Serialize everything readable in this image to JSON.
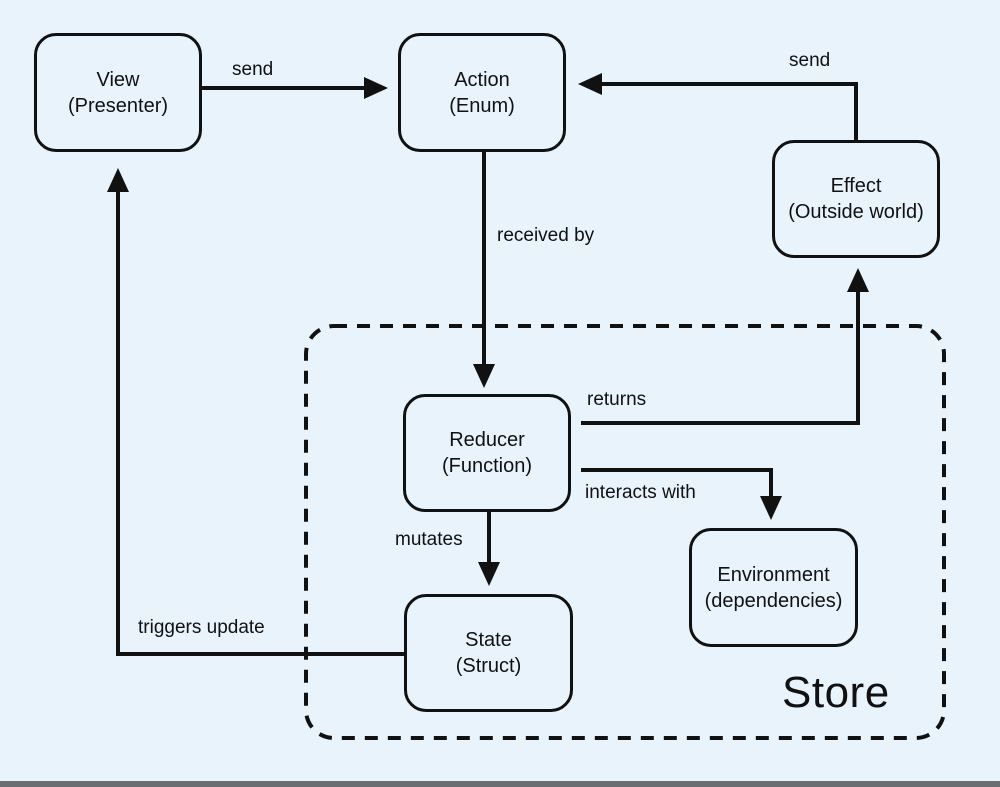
{
  "diagram": {
    "nodes": {
      "view": {
        "title": "View",
        "subtitle": "(Presenter)"
      },
      "action": {
        "title": "Action",
        "subtitle": "(Enum)"
      },
      "effect": {
        "title": "Effect",
        "subtitle": "(Outside world)"
      },
      "reducer": {
        "title": "Reducer",
        "subtitle": "(Function)"
      },
      "state": {
        "title": "State",
        "subtitle": "(Struct)"
      },
      "environment": {
        "title": "Environment",
        "subtitle": "(dependencies)"
      }
    },
    "edges": {
      "view_to_action": "send",
      "effect_to_action": "send",
      "action_to_reducer": "received by",
      "reducer_to_effect": "returns",
      "reducer_to_environment": "interacts with",
      "reducer_to_state": "mutates",
      "state_to_view": "triggers update"
    },
    "container": {
      "label": "Store"
    }
  },
  "colors": {
    "background": "#e9f3fc",
    "stroke": "#111111"
  }
}
